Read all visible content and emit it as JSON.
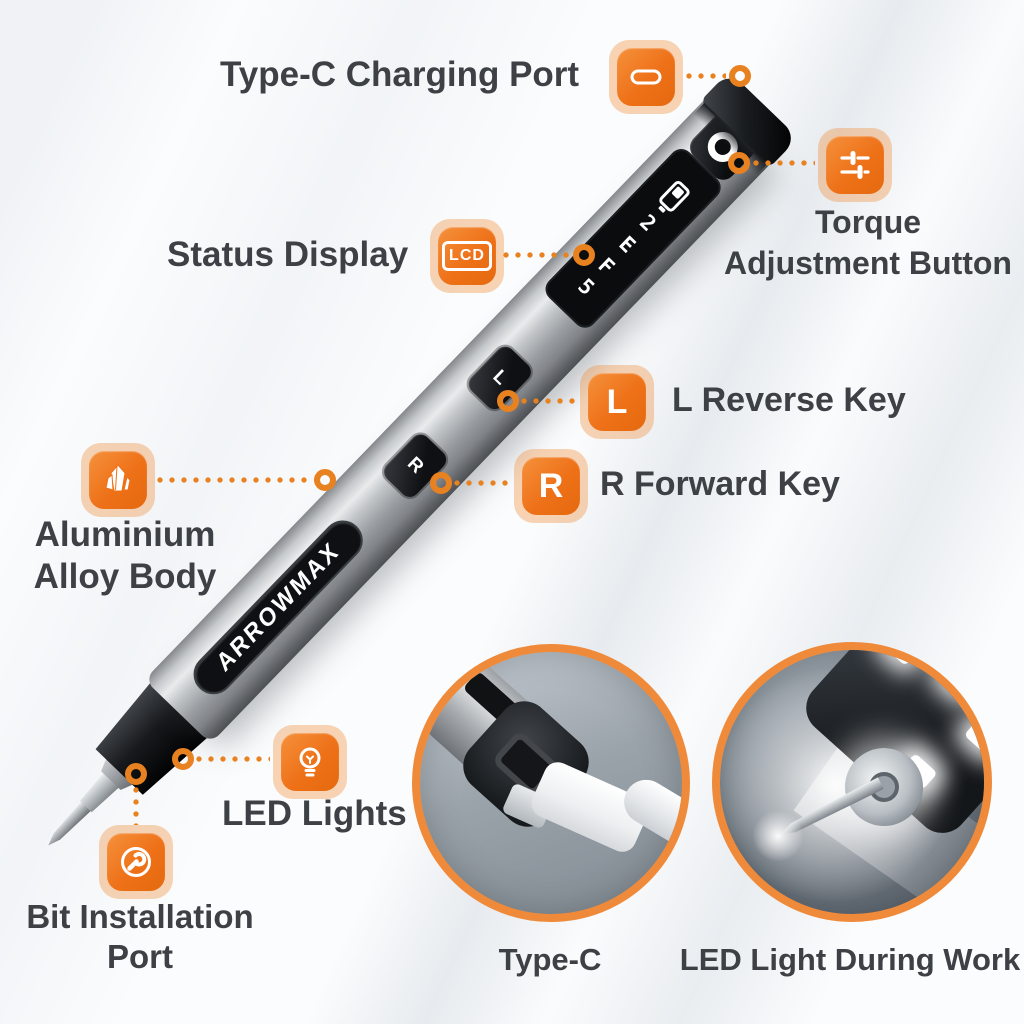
{
  "colors": {
    "accent_orange": "#EE7118",
    "icon_halo": "rgba(241,126,34,0.33)",
    "dotted_line": "#E8811F",
    "label_text": "#3D4145",
    "inset_border": "#EF8A3A"
  },
  "device": {
    "logo": "ARROWMAX",
    "display_glyphs": [
      "5",
      "F",
      "E",
      "2"
    ],
    "battery_level": "1",
    "button_l": "L",
    "button_r": "R"
  },
  "callouts": {
    "type_c_port": {
      "label": "Type-C Charging Port",
      "icon": "usb-c-port-icon"
    },
    "torque": {
      "line1": "Torque",
      "line2": "Adjustment Button",
      "icon": "sliders-icon"
    },
    "status_display": {
      "label": "Status Display",
      "icon_text": "LCD"
    },
    "l_key": {
      "label": "L Reverse Key",
      "icon_letter": "L"
    },
    "r_key": {
      "label": "R Forward Key",
      "icon_letter": "R"
    },
    "alloy_body": {
      "line1": "Aluminium",
      "line2": "Alloy Body",
      "icon": "crystal-icon"
    },
    "led_lights": {
      "label": "LED Lights",
      "icon": "bulb-icon"
    },
    "bit_port": {
      "line1": "Bit Installation",
      "line2": "Port",
      "icon": "wrench-icon"
    }
  },
  "insets": {
    "type_c": {
      "caption": "Type-C"
    },
    "led_work": {
      "caption": "LED Light During Work"
    }
  }
}
